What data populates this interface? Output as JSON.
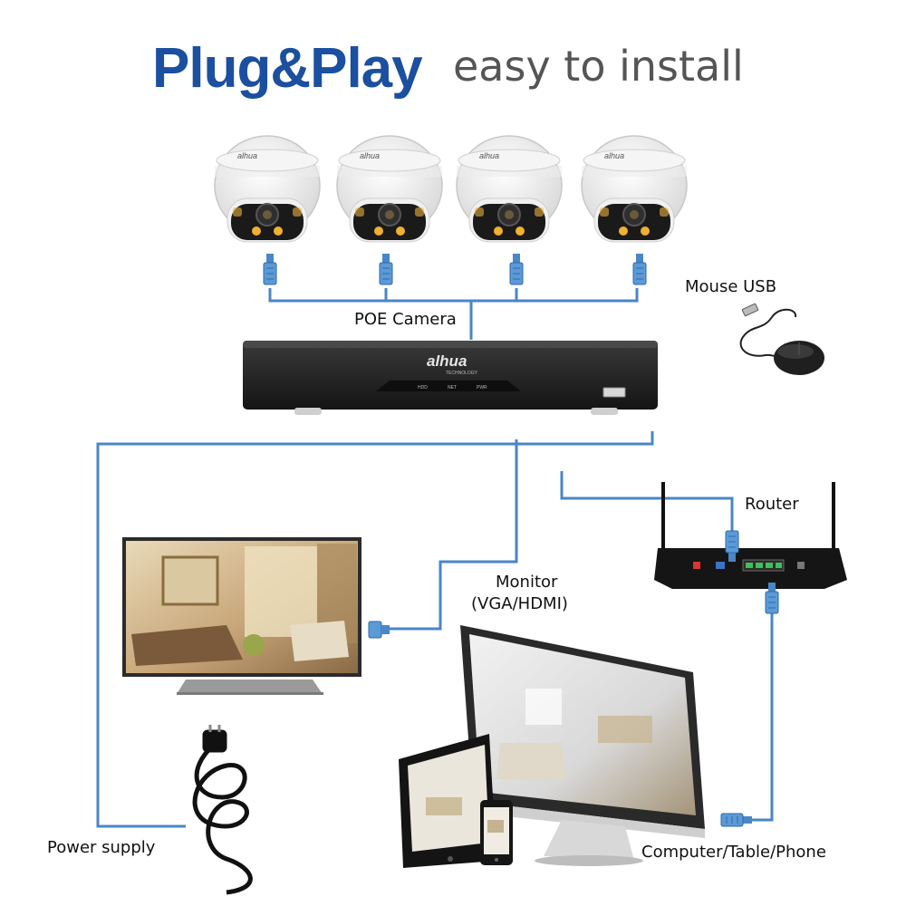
{
  "title": {
    "main": "Plug&Play",
    "sub": "easy to install"
  },
  "nvr": {
    "brand": "alhua",
    "tagline": "TECHNOLOGY",
    "leds": [
      "HDD",
      "NET",
      "PWR"
    ]
  },
  "camera_brand": "alhua",
  "labels": {
    "poe_camera": "POE Camera",
    "mouse_usb": "Mouse USB",
    "router": "Router",
    "monitor_line1": "Monitor",
    "monitor_line2": "(VGA/HDMI)",
    "power_supply": "Power supply",
    "clients": "Computer/Table/Phone"
  },
  "colors": {
    "cable": "#4a86c8",
    "title_blue": "#1b4fa0",
    "nvr_body": "#1e1e1e"
  }
}
